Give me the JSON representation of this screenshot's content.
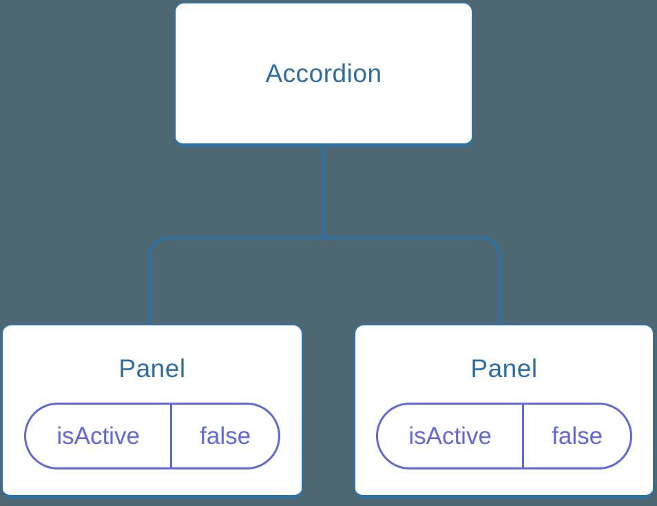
{
  "diagram": {
    "root": {
      "label": "Accordion"
    },
    "children": [
      {
        "title": "Panel",
        "state": {
          "key": "isActive",
          "value": "false"
        }
      },
      {
        "title": "Panel",
        "state": {
          "key": "isActive",
          "value": "false"
        }
      }
    ]
  },
  "colors": {
    "background": "#4D6873",
    "node_fill": "#FFFFFF",
    "node_border": "#2E72A4",
    "node_label": "#2D6E9E",
    "connector": "#2E72A4",
    "state_pill": "#6267D6"
  }
}
